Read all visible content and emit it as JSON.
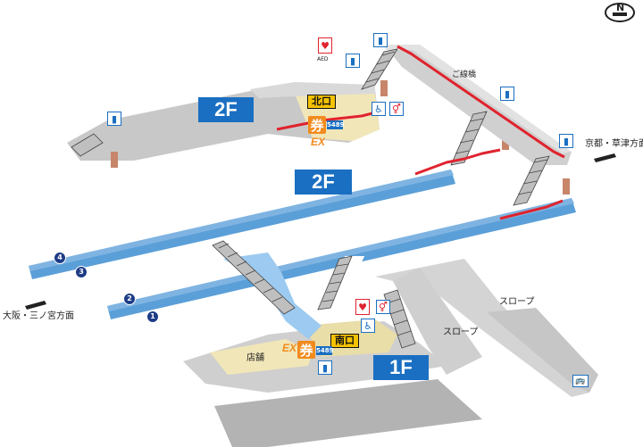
{
  "compass": {
    "letter": "N"
  },
  "floors": {
    "upper_2f": "2F",
    "middle_2f": "2F",
    "ground_1f": "1F"
  },
  "exits": {
    "north": "北口",
    "south": "南口"
  },
  "labels": {
    "bridge": "ご線橋",
    "kyoto": "京都・草津方面",
    "osaka": "大阪・三ノ宮方面",
    "slope_1": "スロープ",
    "slope_2": "スロープ",
    "shop": "店舗",
    "aed": "AED"
  },
  "platforms": [
    "1",
    "2",
    "3",
    "4"
  ],
  "ticket": {
    "kanji": "券",
    "number": "5489",
    "ex": "EX"
  },
  "colors": {
    "floor_blue": "#5b9fd8",
    "floor_blue_light": "#9ccaf0",
    "floor_tag": "#1a6fc2",
    "route_red": "#e0232e",
    "concourse_gray": "#c8c8c8",
    "shop_beige": "#f1e6b8",
    "exit_yellow": "#f5c200",
    "ticket_orange": "#f28b1e"
  },
  "icons": {
    "elevator": "elevator-icon",
    "toilet": "toilet-icon",
    "wheelchair": "wheelchair-icon",
    "aed": "aed-heart-icon",
    "bus": "bus-icon",
    "compass": "compass-icon"
  }
}
